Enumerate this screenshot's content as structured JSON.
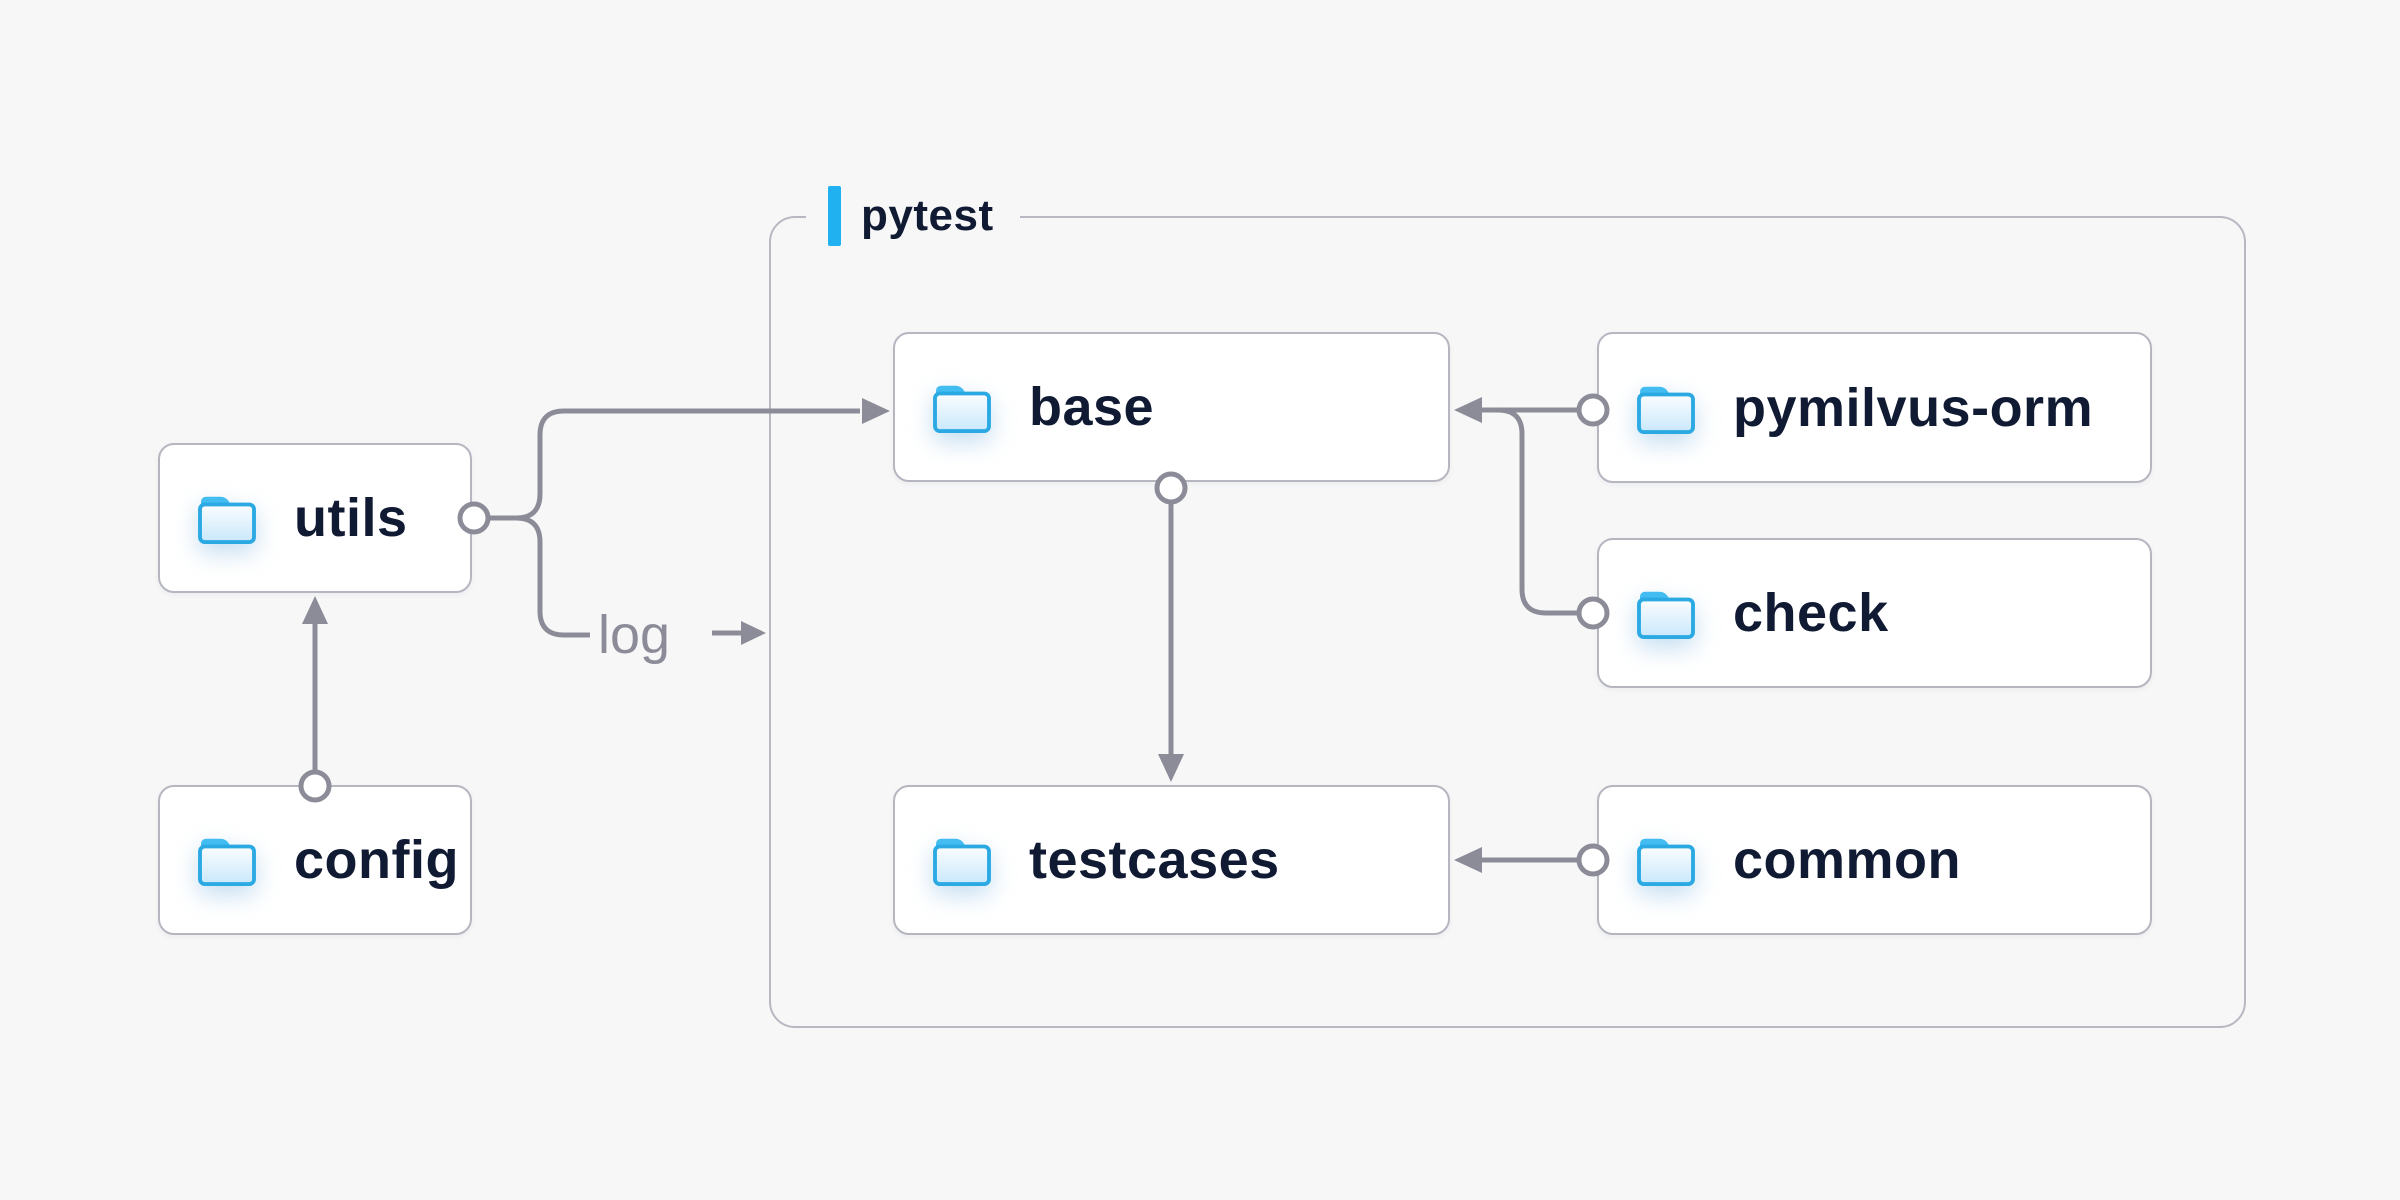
{
  "diagram": {
    "background_color": "#f7f7f8",
    "line_color": "#8c8c98",
    "accent_color": "#1fb1f0",
    "node_text_color": "#101b33",
    "folder_icon_color": "#2aa9e3",
    "group": {
      "label": "pytest"
    },
    "nodes": [
      {
        "id": "utils",
        "label": "utils"
      },
      {
        "id": "config",
        "label": "config"
      },
      {
        "id": "base",
        "label": "base"
      },
      {
        "id": "pymilvus-orm",
        "label": "pymilvus-orm"
      },
      {
        "id": "check",
        "label": "check"
      },
      {
        "id": "testcases",
        "label": "testcases"
      },
      {
        "id": "common",
        "label": "common"
      }
    ],
    "edges": [
      {
        "from": "config",
        "to": "utils"
      },
      {
        "from": "utils",
        "to": "base"
      },
      {
        "from": "utils",
        "to": "log",
        "label": "log"
      },
      {
        "from": "base",
        "to": "testcases"
      },
      {
        "from": "pymilvus-orm",
        "to": "base"
      },
      {
        "from": "check",
        "to": "base"
      },
      {
        "from": "common",
        "to": "testcases"
      }
    ],
    "log_label": "log"
  }
}
